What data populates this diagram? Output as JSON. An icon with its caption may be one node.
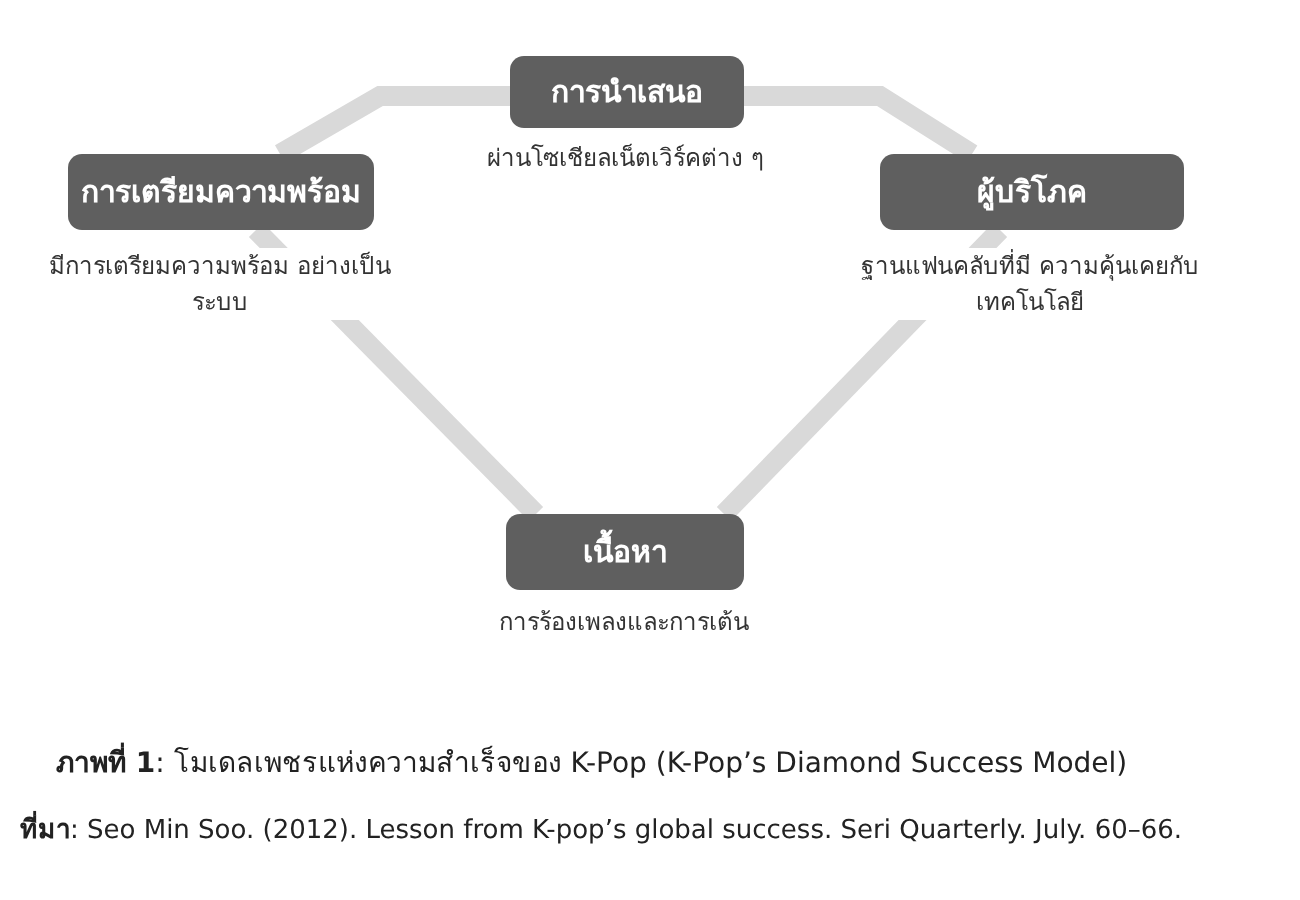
{
  "diagram": {
    "caption": "**ภาพที่ 1**: โมเดลเพชรแห่งความสำเร็จของ K-Pop (K-Pop’s Diamond Success Model)",
    "nodes": [
      {
        "text": [
          "การนำเสนอ"
        ],
        "beside": [
          "ผ่านโซเชียลเน็ตเวิร์คต่าง ๆ"
        ]
      },
      {
        "text": [
          "การเตรียมความพร้อม"
        ],
        "beside": [
          "มีการเตรียมความพร้อม อย่างเป็นระบบ"
        ]
      },
      {
        "text": [
          "ผู้บริโภค"
        ],
        "beside": [
          "ฐานแฟนคลับที่มี ความคุ้นเคยกับเทคโนโลยี"
        ]
      },
      {
        "text": [
          "เนื้อหา"
        ],
        "beside": [
          "การร้องเพลงและการเต้น"
        ]
      }
    ],
    "edges": [
      {
        "from": 1,
        "to": 0,
        "arrow": "none"
      },
      {
        "from": 0,
        "to": 2,
        "arrow": "none"
      },
      {
        "from": 2,
        "to": 3,
        "arrow": "none"
      },
      {
        "from": 3,
        "to": 1,
        "arrow": "none"
      }
    ],
    "labels": [
      "**ที่มา**: Seo Min Soo. (2012). Lesson from K-pop’s global success. Seri Quarterly. July. 60–66."
    ]
  }
}
